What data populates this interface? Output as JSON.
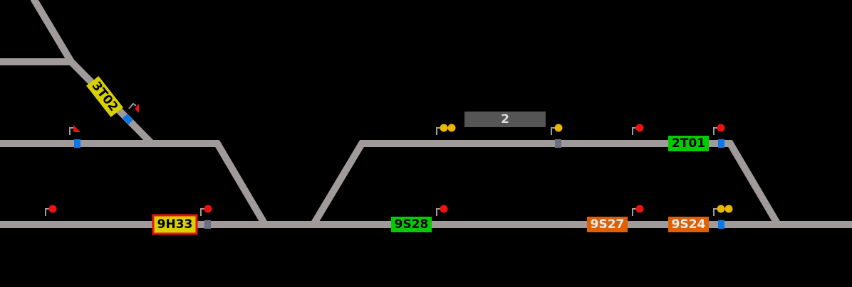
{
  "colors": {
    "background": "#000000",
    "track": "#a09a9a",
    "signal_red": "#ee1111",
    "signal_yellow": "#e8b800",
    "marker_blue": "#0a78e8",
    "marker_gray": "#6a7080",
    "label_yellow": "#d8d000",
    "label_green": "#00cc00",
    "label_orange": "#e06000",
    "platform_gray": "#555555"
  },
  "platform": {
    "label": "2"
  },
  "train_labels": [
    {
      "id": "3T02",
      "text": "3T02",
      "state": "yellow"
    },
    {
      "id": "9H33",
      "text": "9H33",
      "state": "yellow-selected"
    },
    {
      "id": "9S28",
      "text": "9S28",
      "state": "green"
    },
    {
      "id": "9S27",
      "text": "9S27",
      "state": "orange"
    },
    {
      "id": "9S24",
      "text": "9S24",
      "state": "orange"
    },
    {
      "id": "2T01",
      "text": "2T01",
      "state": "green"
    }
  ],
  "signals": [
    {
      "aspect": "red-flag"
    },
    {
      "aspect": "red-flag"
    },
    {
      "aspect": "red"
    },
    {
      "aspect": "red"
    },
    {
      "aspect": "double-yellow"
    },
    {
      "aspect": "yellow"
    },
    {
      "aspect": "red"
    },
    {
      "aspect": "red"
    },
    {
      "aspect": "red"
    },
    {
      "aspect": "red"
    },
    {
      "aspect": "double-yellow"
    }
  ]
}
